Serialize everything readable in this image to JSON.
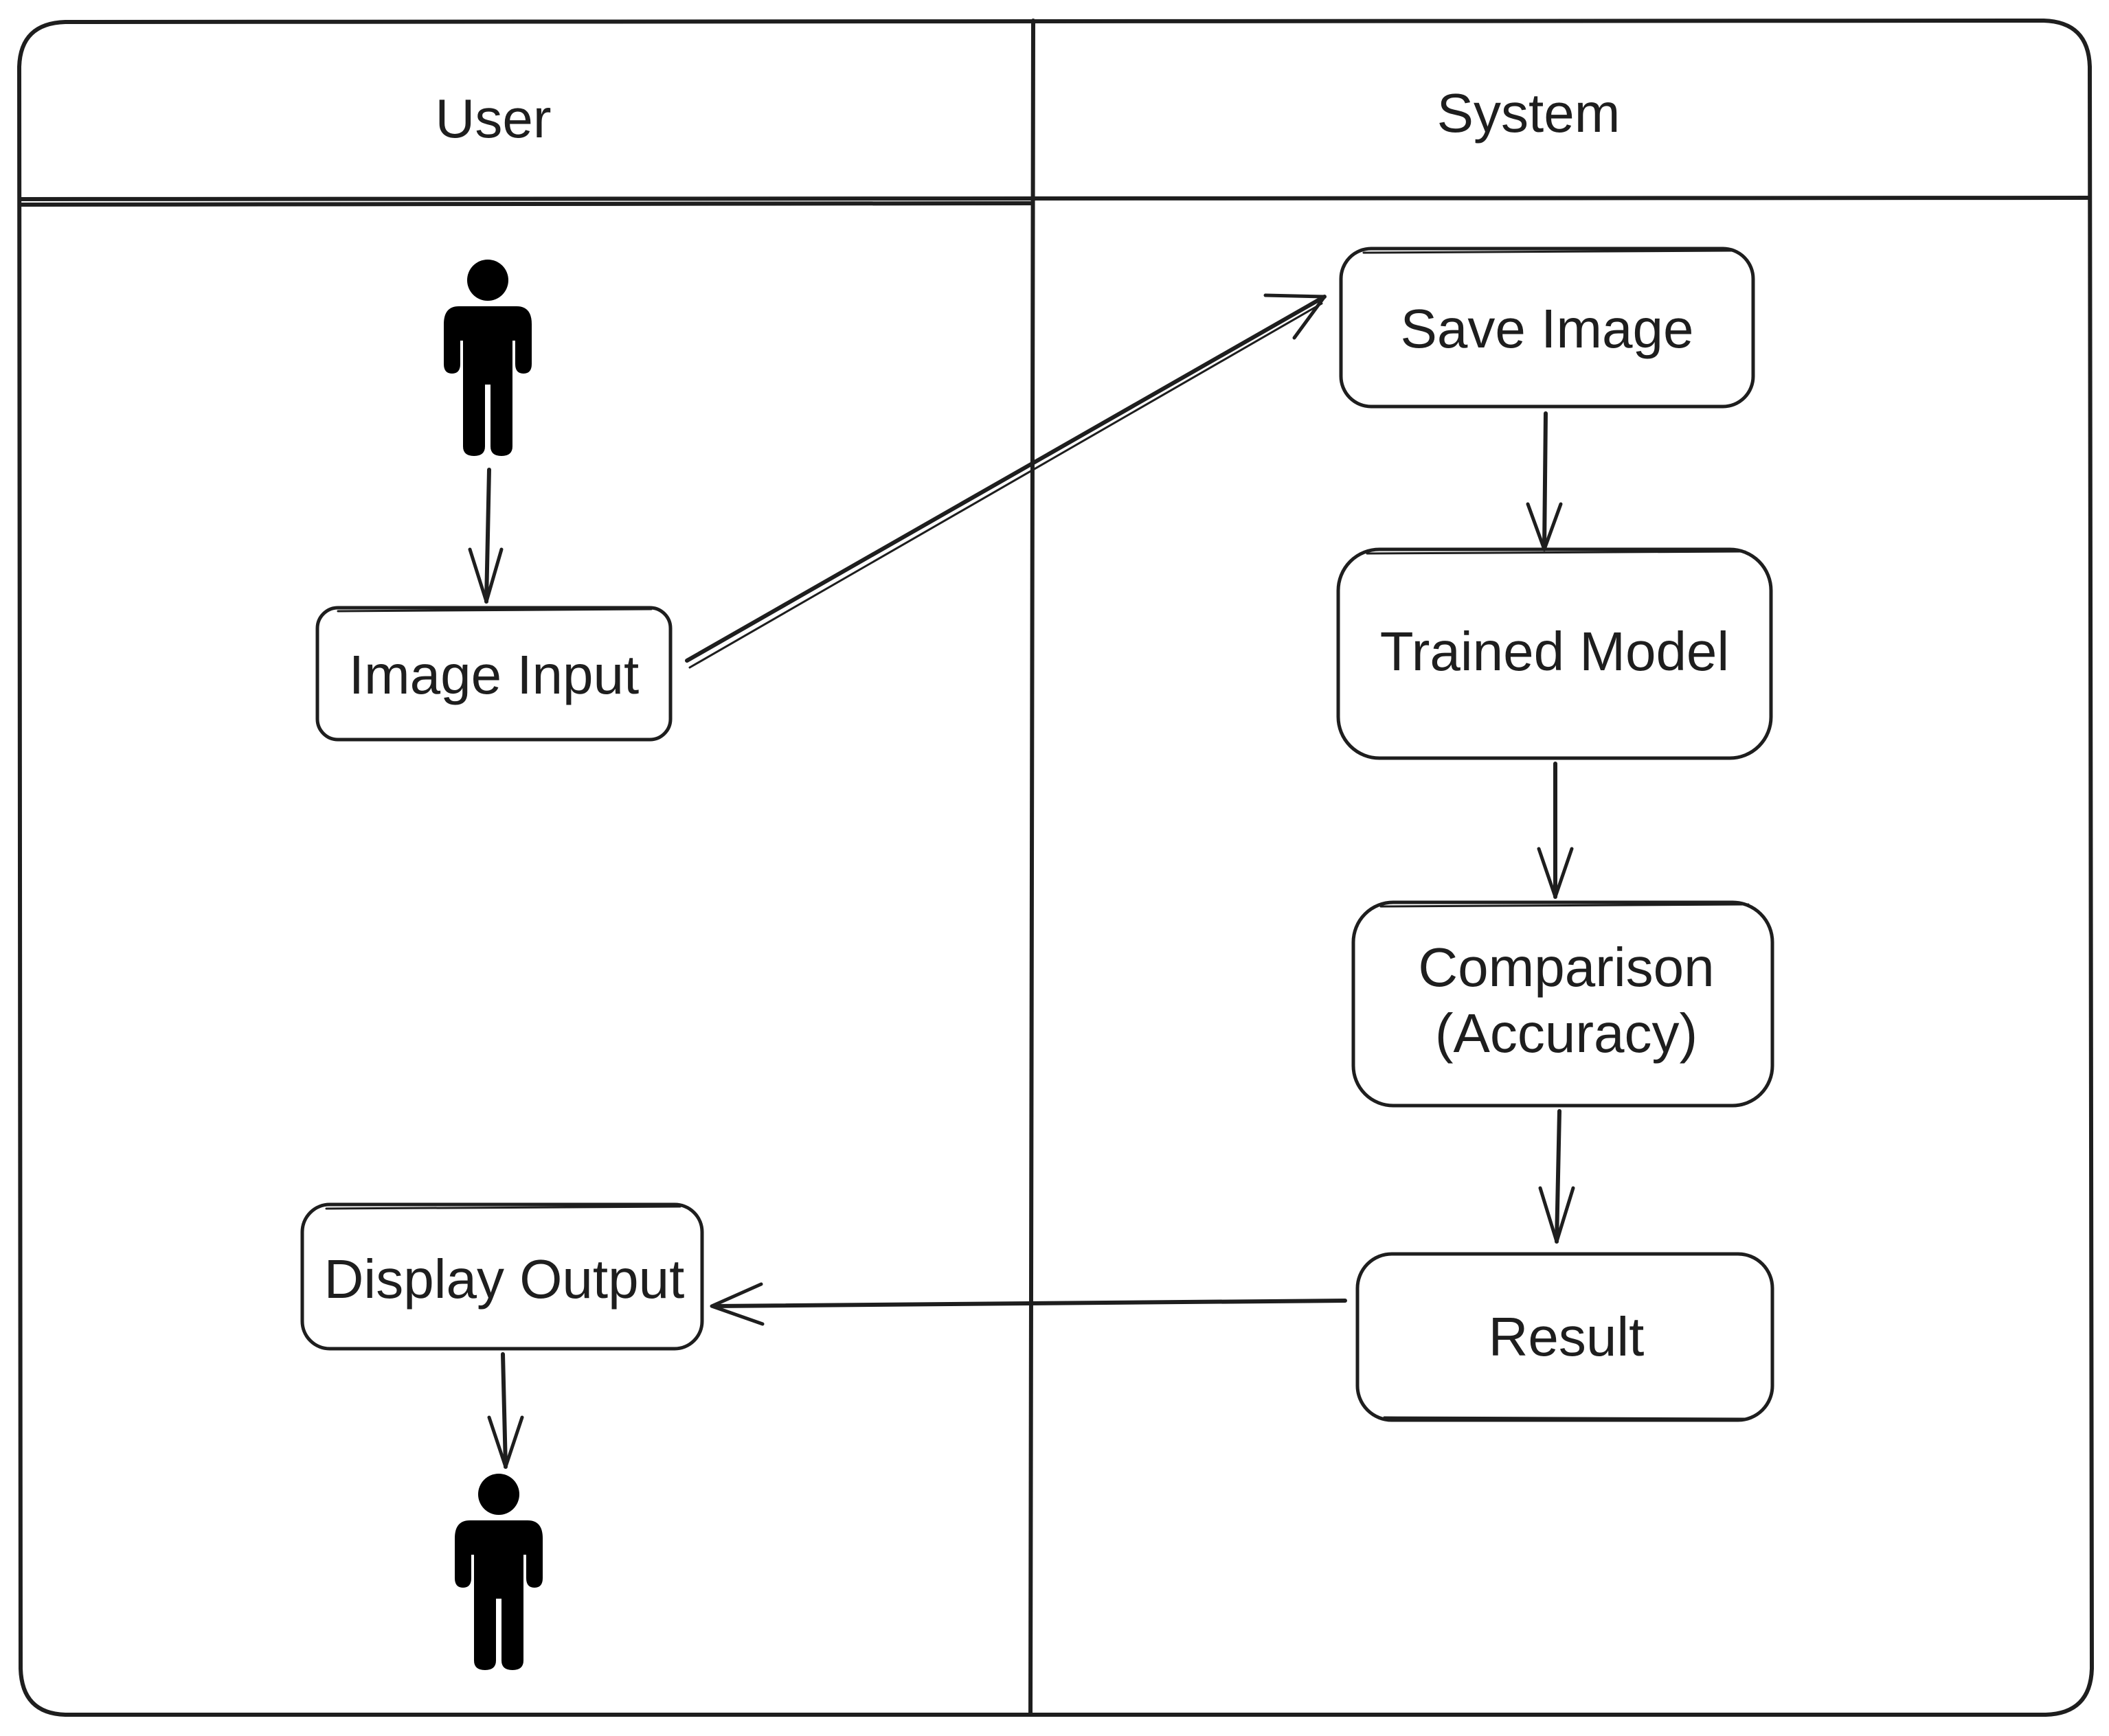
{
  "lanes": {
    "user": {
      "title": "User"
    },
    "system": {
      "title": "System"
    }
  },
  "nodes": {
    "image_input": {
      "label": "Image Input"
    },
    "save_image": {
      "label": "Save Image"
    },
    "trained_model": {
      "label": "Trained Model"
    },
    "comparison": {
      "label_line1": "Comparison",
      "label_line2": "(Accuracy)"
    },
    "result": {
      "label": "Result"
    },
    "display_output": {
      "label": "Display Output"
    }
  },
  "actors": {
    "start": {
      "icon": "person-icon"
    },
    "end": {
      "icon": "person-icon"
    }
  },
  "edges": [
    {
      "from": "start-actor",
      "to": "image_input"
    },
    {
      "from": "image_input",
      "to": "save_image"
    },
    {
      "from": "save_image",
      "to": "trained_model"
    },
    {
      "from": "trained_model",
      "to": "comparison"
    },
    {
      "from": "comparison",
      "to": "result"
    },
    {
      "from": "result",
      "to": "display_output"
    },
    {
      "from": "display_output",
      "to": "end-actor"
    }
  ],
  "colors": {
    "stroke": "#1e1e1e",
    "background": "#ffffff",
    "actor": "#000000"
  }
}
